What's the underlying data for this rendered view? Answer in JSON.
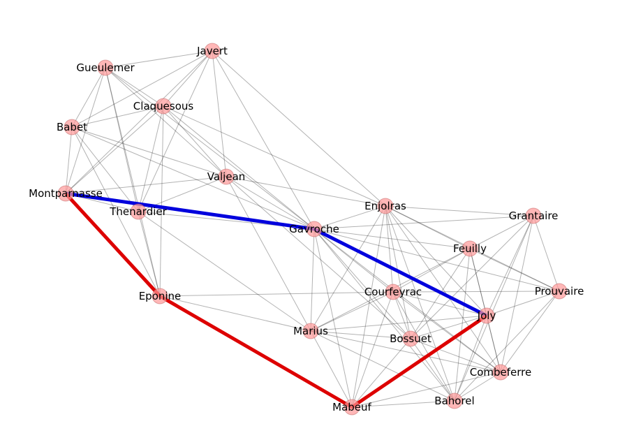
{
  "graph": {
    "nodes": [
      "Javert",
      "Gueulemer",
      "Claquesous",
      "Babet",
      "Valjean",
      "Montparnasse",
      "Thenardier",
      "Enjolras",
      "Grantaire",
      "Gavroche",
      "Feuilly",
      "Prouvaire",
      "Courfeyrac",
      "Eponine",
      "Joly",
      "Marius",
      "Bossuet",
      "Combeferre",
      "Bahorel",
      "Mabeuf"
    ],
    "edges": [
      [
        "Javert",
        "Gueulemer"
      ],
      [
        "Javert",
        "Claquesous"
      ],
      [
        "Javert",
        "Babet"
      ],
      [
        "Javert",
        "Valjean"
      ],
      [
        "Javert",
        "Montparnasse"
      ],
      [
        "Javert",
        "Thenardier"
      ],
      [
        "Javert",
        "Gavroche"
      ],
      [
        "Javert",
        "Enjolras"
      ],
      [
        "Gueulemer",
        "Claquesous"
      ],
      [
        "Gueulemer",
        "Babet"
      ],
      [
        "Gueulemer",
        "Montparnasse"
      ],
      [
        "Gueulemer",
        "Thenardier"
      ],
      [
        "Gueulemer",
        "Valjean"
      ],
      [
        "Gueulemer",
        "Gavroche"
      ],
      [
        "Gueulemer",
        "Eponine"
      ],
      [
        "Claquesous",
        "Babet"
      ],
      [
        "Claquesous",
        "Montparnasse"
      ],
      [
        "Claquesous",
        "Thenardier"
      ],
      [
        "Claquesous",
        "Valjean"
      ],
      [
        "Claquesous",
        "Eponine"
      ],
      [
        "Claquesous",
        "Gavroche"
      ],
      [
        "Claquesous",
        "Enjolras"
      ],
      [
        "Babet",
        "Montparnasse"
      ],
      [
        "Babet",
        "Thenardier"
      ],
      [
        "Babet",
        "Valjean"
      ],
      [
        "Babet",
        "Gavroche"
      ],
      [
        "Babet",
        "Eponine"
      ],
      [
        "Valjean",
        "Montparnasse"
      ],
      [
        "Valjean",
        "Thenardier"
      ],
      [
        "Valjean",
        "Gavroche"
      ],
      [
        "Valjean",
        "Enjolras"
      ],
      [
        "Valjean",
        "Marius"
      ],
      [
        "Valjean",
        "Bossuet"
      ],
      [
        "Montparnasse",
        "Thenardier"
      ],
      [
        "Montparnasse",
        "Eponine"
      ],
      [
        "Montparnasse",
        "Gavroche"
      ],
      [
        "Thenardier",
        "Eponine"
      ],
      [
        "Thenardier",
        "Gavroche"
      ],
      [
        "Thenardier",
        "Marius"
      ],
      [
        "Eponine",
        "Courfeyrac"
      ],
      [
        "Eponine",
        "Marius"
      ],
      [
        "Eponine",
        "Mabeuf"
      ],
      [
        "Gavroche",
        "Enjolras"
      ],
      [
        "Gavroche",
        "Grantaire"
      ],
      [
        "Gavroche",
        "Feuilly"
      ],
      [
        "Gavroche",
        "Prouvaire"
      ],
      [
        "Gavroche",
        "Courfeyrac"
      ],
      [
        "Gavroche",
        "Joly"
      ],
      [
        "Gavroche",
        "Marius"
      ],
      [
        "Gavroche",
        "Bossuet"
      ],
      [
        "Gavroche",
        "Combeferre"
      ],
      [
        "Gavroche",
        "Bahorel"
      ],
      [
        "Gavroche",
        "Mabeuf"
      ],
      [
        "Enjolras",
        "Grantaire"
      ],
      [
        "Enjolras",
        "Feuilly"
      ],
      [
        "Enjolras",
        "Courfeyrac"
      ],
      [
        "Enjolras",
        "Joly"
      ],
      [
        "Enjolras",
        "Marius"
      ],
      [
        "Enjolras",
        "Bossuet"
      ],
      [
        "Enjolras",
        "Combeferre"
      ],
      [
        "Enjolras",
        "Bahorel"
      ],
      [
        "Enjolras",
        "Mabeuf"
      ],
      [
        "Enjolras",
        "Prouvaire"
      ],
      [
        "Grantaire",
        "Feuilly"
      ],
      [
        "Grantaire",
        "Prouvaire"
      ],
      [
        "Grantaire",
        "Joly"
      ],
      [
        "Grantaire",
        "Bossuet"
      ],
      [
        "Grantaire",
        "Combeferre"
      ],
      [
        "Grantaire",
        "Bahorel"
      ],
      [
        "Feuilly",
        "Prouvaire"
      ],
      [
        "Feuilly",
        "Courfeyrac"
      ],
      [
        "Feuilly",
        "Joly"
      ],
      [
        "Feuilly",
        "Marius"
      ],
      [
        "Feuilly",
        "Bossuet"
      ],
      [
        "Feuilly",
        "Combeferre"
      ],
      [
        "Feuilly",
        "Bahorel"
      ],
      [
        "Prouvaire",
        "Courfeyrac"
      ],
      [
        "Prouvaire",
        "Joly"
      ],
      [
        "Prouvaire",
        "Combeferre"
      ],
      [
        "Prouvaire",
        "Bahorel"
      ],
      [
        "Courfeyrac",
        "Joly"
      ],
      [
        "Courfeyrac",
        "Marius"
      ],
      [
        "Courfeyrac",
        "Bossuet"
      ],
      [
        "Courfeyrac",
        "Combeferre"
      ],
      [
        "Courfeyrac",
        "Bahorel"
      ],
      [
        "Courfeyrac",
        "Mabeuf"
      ],
      [
        "Joly",
        "Marius"
      ],
      [
        "Joly",
        "Bossuet"
      ],
      [
        "Joly",
        "Combeferre"
      ],
      [
        "Joly",
        "Bahorel"
      ],
      [
        "Joly",
        "Mabeuf"
      ],
      [
        "Marius",
        "Bossuet"
      ],
      [
        "Marius",
        "Combeferre"
      ],
      [
        "Marius",
        "Mabeuf"
      ],
      [
        "Marius",
        "Bahorel"
      ],
      [
        "Bossuet",
        "Combeferre"
      ],
      [
        "Bossuet",
        "Bahorel"
      ],
      [
        "Bossuet",
        "Mabeuf"
      ],
      [
        "Combeferre",
        "Bahorel"
      ],
      [
        "Combeferre",
        "Mabeuf"
      ],
      [
        "Bahorel",
        "Mabeuf"
      ]
    ],
    "highlighted_paths": [
      {
        "color": "#0000dd",
        "nodes": [
          "Montparnasse",
          "Gavroche",
          "Joly"
        ]
      },
      {
        "color": "#dd0000",
        "nodes": [
          "Montparnasse",
          "Eponine",
          "Mabeuf",
          "Joly"
        ]
      }
    ],
    "node_color": "#ff9999"
  }
}
